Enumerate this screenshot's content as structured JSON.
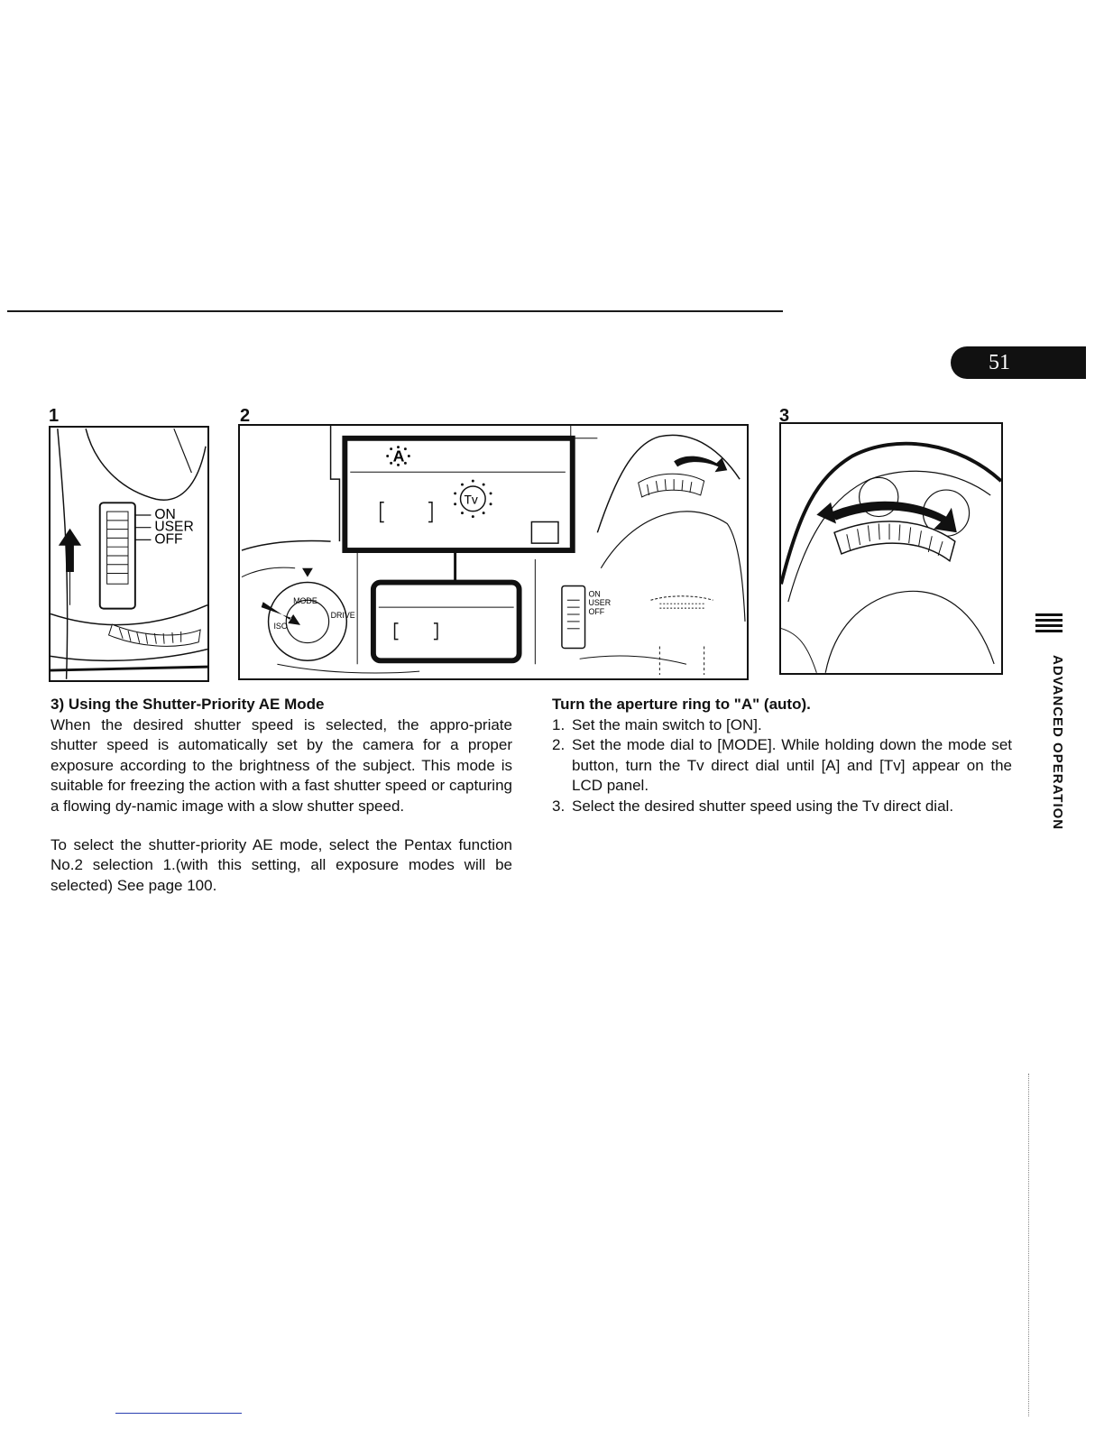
{
  "page": {
    "number": "51"
  },
  "figures": [
    {
      "number": "1",
      "switch_labels": [
        "ON",
        "USER",
        "OFF"
      ]
    },
    {
      "number": "2",
      "lcd_indicators": [
        "A",
        "Tv"
      ],
      "switch_labels": [
        "ON",
        "USER",
        "OFF"
      ],
      "dial_labels": [
        "MODE",
        "DRIVE",
        "ISO"
      ]
    },
    {
      "number": "3"
    }
  ],
  "left_column": {
    "heading": "3) Using the Shutter-Priority AE Mode",
    "paragraph1": "When the desired shutter speed is selected, the appro-priate shutter speed is automatically set by the camera for a proper exposure according to the brightness of the subject. This mode is suitable for freezing the action with a fast shutter speed or capturing a flowing dy-namic image with a slow shutter speed.",
    "paragraph2": "To select the shutter-priority AE mode, select the Pentax function No.2 selection 1.(with this setting, all exposure modes will be selected) See page 100."
  },
  "right_column": {
    "heading": "Turn the aperture ring to \"A\" (auto).",
    "steps": [
      {
        "number": "1.",
        "text": "Set the main switch to [ON]."
      },
      {
        "number": "2.",
        "text": "Set the mode dial to [MODE]. While holding down the mode set button, turn the Tv direct dial until [A] and [Tv] appear on the LCD panel."
      },
      {
        "number": "3.",
        "text": "Select the desired shutter speed using the Tv direct dial."
      }
    ]
  },
  "side_tab": {
    "label": "ADVANCED OPERATION"
  }
}
